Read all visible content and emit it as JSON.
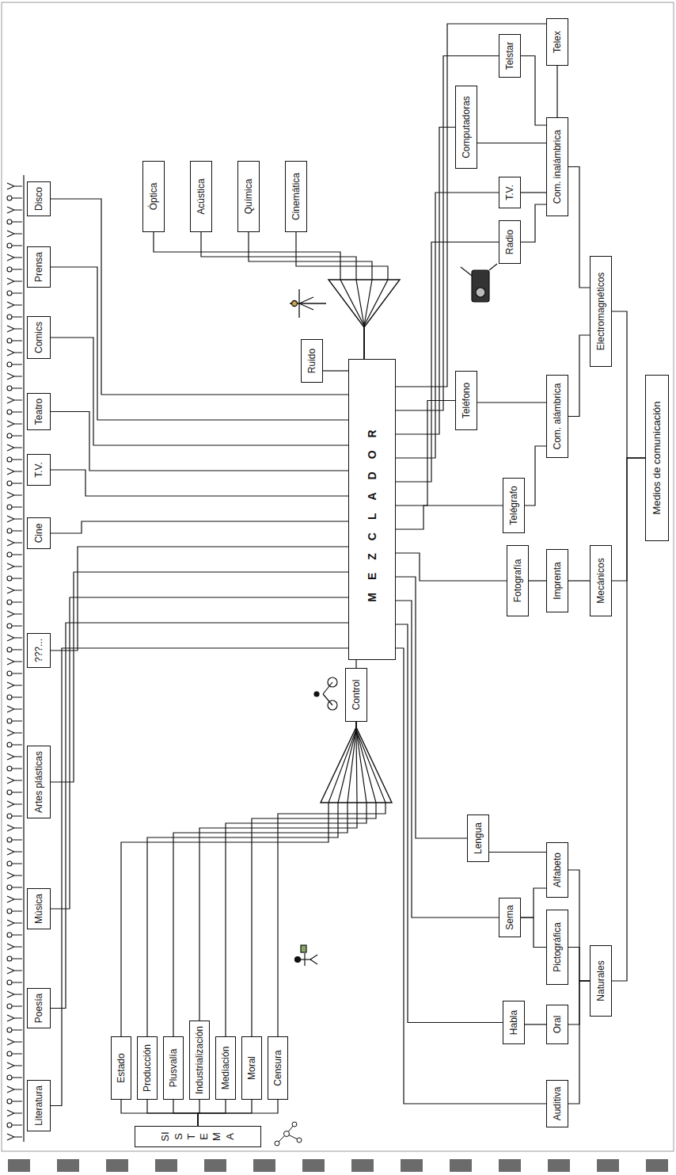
{
  "diagram": {
    "nodes": [
      {
        "text": [
          "Medios de comunicación"
        ]
      },
      {
        "text": [
          "Naturales"
        ]
      },
      {
        "text": [
          "Mecánicos"
        ]
      },
      {
        "text": [
          "Electromagnéticos"
        ]
      },
      {
        "text": [
          "Auditiva"
        ]
      },
      {
        "text": [
          "Oral"
        ]
      },
      {
        "text": [
          "Pictográfica"
        ]
      },
      {
        "text": [
          "Alfabeto"
        ]
      },
      {
        "text": [
          "Habla"
        ]
      },
      {
        "text": [
          "Sema"
        ]
      },
      {
        "text": [
          "Lengua"
        ]
      },
      {
        "text": [
          "Imprenta"
        ]
      },
      {
        "text": [
          "Fotografía"
        ]
      },
      {
        "text": [
          "Com. alámbrica"
        ]
      },
      {
        "text": [
          "Telégrafo"
        ]
      },
      {
        "text": [
          "Teléfono"
        ]
      },
      {
        "text": [
          "Com. inalámbrica"
        ]
      },
      {
        "text": [
          "Radio"
        ]
      },
      {
        "text": [
          "T.V."
        ]
      },
      {
        "text": [
          "Computadoras"
        ]
      },
      {
        "text": [
          "Telex"
        ]
      },
      {
        "text": [
          "Telstar"
        ]
      },
      {
        "text": [
          "Óptica"
        ]
      },
      {
        "text": [
          "Acústica"
        ]
      },
      {
        "text": [
          "Química"
        ]
      },
      {
        "text": [
          "Cinemática"
        ]
      },
      {
        "text": [
          "Ruido"
        ]
      },
      {
        "text": [
          "MEZCLADOR"
        ]
      },
      {
        "text": [
          "Control"
        ]
      },
      {
        "text": [
          "SISTEMA"
        ]
      },
      {
        "text": [
          "Estado"
        ]
      },
      {
        "text": [
          "Producción"
        ]
      },
      {
        "text": [
          "Plusvalía"
        ]
      },
      {
        "text": [
          "Industrialización"
        ]
      },
      {
        "text": [
          "Mediación"
        ]
      },
      {
        "text": [
          "Moral"
        ]
      },
      {
        "text": [
          "Censura"
        ]
      },
      {
        "text": [
          "Literatura"
        ]
      },
      {
        "text": [
          "Poesía"
        ]
      },
      {
        "text": [
          "Música"
        ]
      },
      {
        "text": [
          "Artes plásticas"
        ]
      },
      {
        "text": [
          "???..."
        ]
      },
      {
        "text": [
          "Cine"
        ]
      },
      {
        "text": [
          "T.V."
        ]
      },
      {
        "text": [
          "Teatro"
        ]
      },
      {
        "text": [
          "Comics"
        ]
      },
      {
        "text": [
          "Prensa"
        ]
      },
      {
        "text": [
          "Disco"
        ]
      }
    ],
    "edges": [
      {
        "from": 0,
        "to": 1,
        "arrow": "none"
      },
      {
        "from": 0,
        "to": 2,
        "arrow": "none"
      },
      {
        "from": 0,
        "to": 3,
        "arrow": "none"
      },
      {
        "from": 1,
        "to": 4,
        "arrow": "none"
      },
      {
        "from": 1,
        "to": 5,
        "arrow": "none"
      },
      {
        "from": 1,
        "to": 6,
        "arrow": "none"
      },
      {
        "from": 1,
        "to": 7,
        "arrow": "none"
      },
      {
        "from": 5,
        "to": 8,
        "arrow": "none"
      },
      {
        "from": 6,
        "to": 9,
        "arrow": "none"
      },
      {
        "from": 7,
        "to": 9,
        "arrow": "none"
      },
      {
        "from": 7,
        "to": 10,
        "arrow": "none"
      },
      {
        "from": 2,
        "to": 11,
        "arrow": "none"
      },
      {
        "from": 11,
        "to": 12,
        "arrow": "none"
      },
      {
        "from": 3,
        "to": 13,
        "arrow": "none"
      },
      {
        "from": 3,
        "to": 16,
        "arrow": "none"
      },
      {
        "from": 13,
        "to": 14,
        "arrow": "none"
      },
      {
        "from": 13,
        "to": 15,
        "arrow": "none"
      },
      {
        "from": 16,
        "to": 17,
        "arrow": "none"
      },
      {
        "from": 16,
        "to": 18,
        "arrow": "none"
      },
      {
        "from": 16,
        "to": 19,
        "arrow": "none"
      },
      {
        "from": 16,
        "to": 20,
        "arrow": "none"
      },
      {
        "from": 16,
        "to": 21,
        "arrow": "none"
      },
      {
        "from": 4,
        "to": 27,
        "arrow": "none"
      },
      {
        "from": 8,
        "to": 27,
        "arrow": "none"
      },
      {
        "from": 9,
        "to": 27,
        "arrow": "none"
      },
      {
        "from": 10,
        "to": 27,
        "arrow": "none"
      },
      {
        "from": 12,
        "to": 27,
        "arrow": "none"
      },
      {
        "from": 14,
        "to": 27,
        "arrow": "none"
      },
      {
        "from": 15,
        "to": 27,
        "arrow": "none"
      },
      {
        "from": 17,
        "to": 27,
        "arrow": "none"
      },
      {
        "from": 18,
        "to": 27,
        "arrow": "none"
      },
      {
        "from": 19,
        "to": 27,
        "arrow": "none"
      },
      {
        "from": 20,
        "to": 27,
        "arrow": "none"
      },
      {
        "from": 21,
        "to": 27,
        "arrow": "none"
      },
      {
        "from": 22,
        "to": 27,
        "arrow": "none"
      },
      {
        "from": 23,
        "to": 27,
        "arrow": "none"
      },
      {
        "from": 24,
        "to": 27,
        "arrow": "none"
      },
      {
        "from": 25,
        "to": 27,
        "arrow": "none"
      },
      {
        "from": 26,
        "to": 27,
        "arrow": "none"
      },
      {
        "from": 28,
        "to": 27,
        "arrow": "none"
      },
      {
        "from": 29,
        "to": 30,
        "arrow": "none"
      },
      {
        "from": 29,
        "to": 31,
        "arrow": "none"
      },
      {
        "from": 29,
        "to": 32,
        "arrow": "none"
      },
      {
        "from": 29,
        "to": 33,
        "arrow": "none"
      },
      {
        "from": 29,
        "to": 34,
        "arrow": "none"
      },
      {
        "from": 29,
        "to": 35,
        "arrow": "none"
      },
      {
        "from": 29,
        "to": 36,
        "arrow": "none"
      },
      {
        "from": 30,
        "to": 28,
        "arrow": "none"
      },
      {
        "from": 31,
        "to": 28,
        "arrow": "none"
      },
      {
        "from": 32,
        "to": 28,
        "arrow": "none"
      },
      {
        "from": 33,
        "to": 28,
        "arrow": "none"
      },
      {
        "from": 34,
        "to": 28,
        "arrow": "none"
      },
      {
        "from": 35,
        "to": 28,
        "arrow": "none"
      },
      {
        "from": 36,
        "to": 28,
        "arrow": "none"
      },
      {
        "from": 27,
        "to": 37,
        "arrow": "none"
      },
      {
        "from": 27,
        "to": 38,
        "arrow": "none"
      },
      {
        "from": 27,
        "to": 39,
        "arrow": "none"
      },
      {
        "from": 27,
        "to": 40,
        "arrow": "none"
      },
      {
        "from": 27,
        "to": 41,
        "arrow": "none"
      },
      {
        "from": 27,
        "to": 42,
        "arrow": "none"
      },
      {
        "from": 27,
        "to": 43,
        "arrow": "none"
      },
      {
        "from": 27,
        "to": 44,
        "arrow": "none"
      },
      {
        "from": 27,
        "to": 45,
        "arrow": "none"
      },
      {
        "from": 27,
        "to": 46,
        "arrow": "none"
      },
      {
        "from": 27,
        "to": 47,
        "arrow": "none"
      }
    ]
  }
}
